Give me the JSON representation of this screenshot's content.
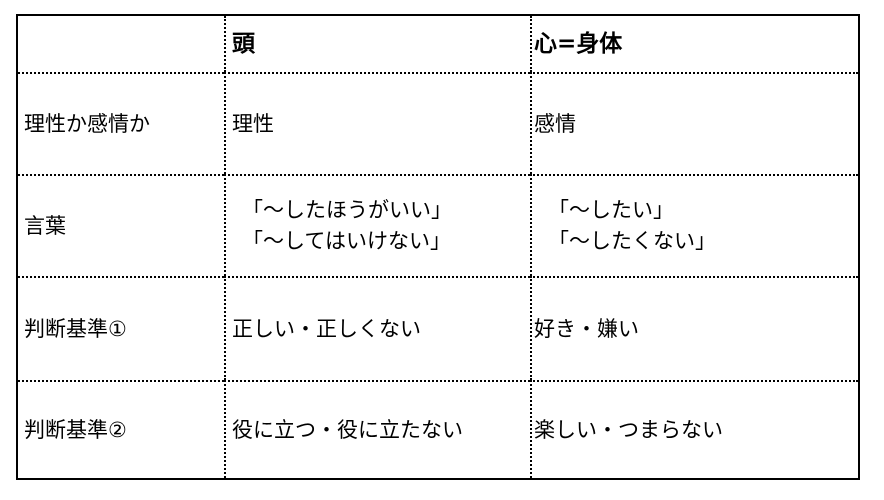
{
  "table": {
    "header": {
      "corner": "",
      "head": "頭",
      "heart_body": "心=身体"
    },
    "rows": [
      {
        "label": "理性か感情か",
        "head": [
          "理性"
        ],
        "heart_body": [
          "感情"
        ]
      },
      {
        "label": "言葉",
        "head": [
          "「〜したほうがいい」",
          "「〜してはいけない」"
        ],
        "heart_body": [
          "「〜したい」",
          "「〜したくない」"
        ]
      },
      {
        "label": "判断基準①",
        "head": [
          "正しい・正しくない"
        ],
        "heart_body": [
          "好き・嫌い"
        ]
      },
      {
        "label": "判断基準②",
        "head": [
          "役に立つ・役に立たない"
        ],
        "heart_body": [
          "楽しい・つまらない"
        ]
      }
    ]
  }
}
